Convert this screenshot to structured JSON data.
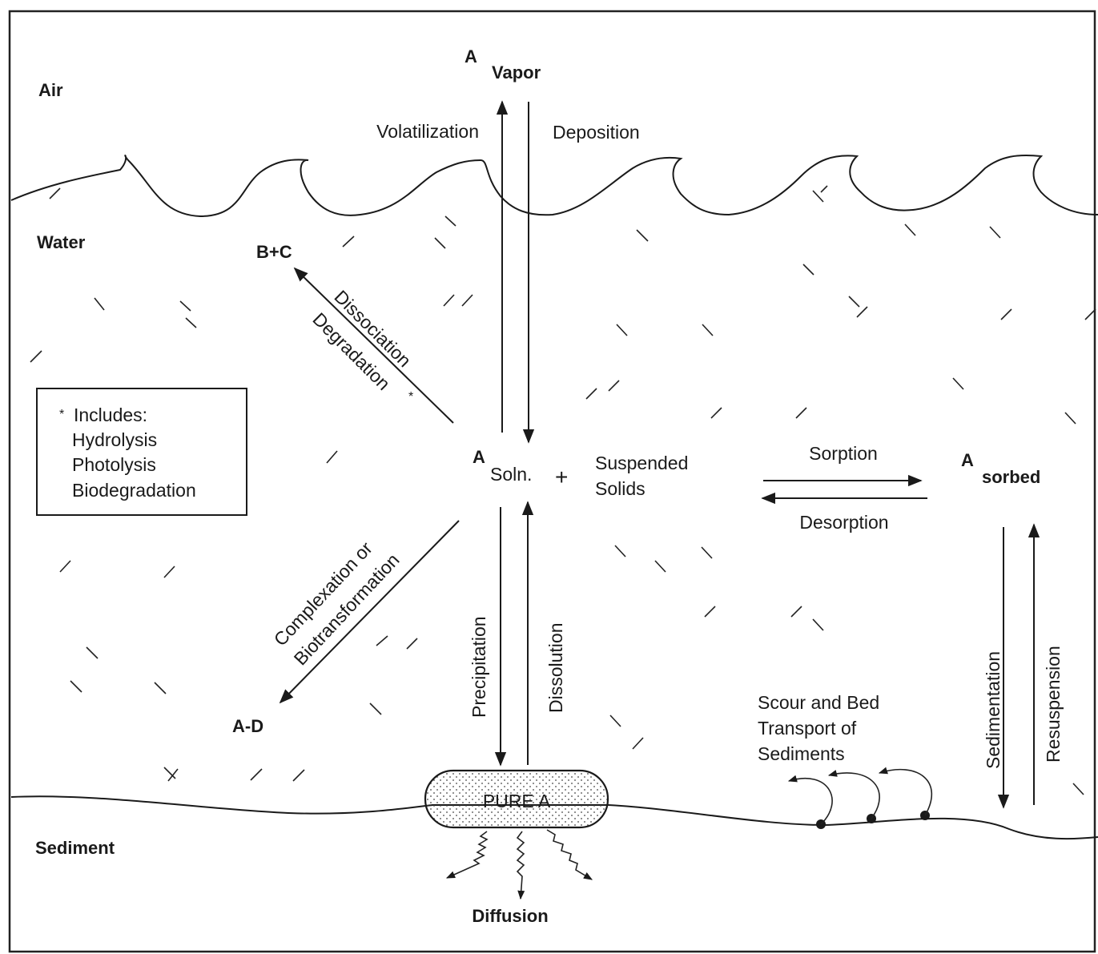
{
  "zones": {
    "air": "Air",
    "water": "Water",
    "sediment": "Sediment"
  },
  "species": {
    "vapor_prefix": "A",
    "vapor": "Vapor",
    "soln_prefix": "A",
    "soln": "Soln.",
    "plus": "+",
    "suspended_1": "Suspended",
    "suspended_2": "Solids",
    "sorbed_prefix": "A",
    "sorbed": "sorbed",
    "bc": "B+C",
    "ad": "A-D",
    "pure": "PURE A"
  },
  "processes": {
    "volatilization": "Volatilization",
    "deposition": "Deposition",
    "dissociation": "Dissociation",
    "degradation": "Degradation",
    "degradation_mark": "*",
    "complexation": "Complexation or",
    "biotransformation": "Biotransformation",
    "precipitation": "Precipitation",
    "dissolution": "Dissolution",
    "sorption": "Sorption",
    "desorption": "Desorption",
    "sedimentation": "Sedimentation",
    "resuspension": "Resuspension",
    "scour_1": "Scour and Bed",
    "scour_2": "Transport of",
    "scour_3": "Sediments",
    "diffusion": "Diffusion"
  },
  "note": {
    "mark": "*",
    "heading": "Includes:",
    "items": [
      "Hydrolysis",
      "Photolysis",
      "Biodegradation"
    ]
  }
}
